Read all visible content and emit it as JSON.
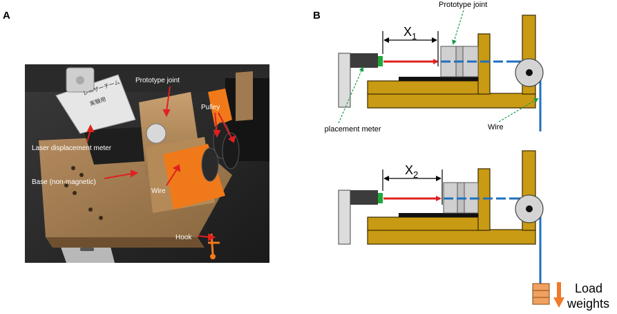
{
  "panels": {
    "a": "A",
    "b": "B"
  },
  "photo": {
    "labels": {
      "prototype_joint": "Prototype joint",
      "pulley": "Pulley",
      "laser_meter": "Laser displacement meter",
      "base": "Base (non-magnetic)",
      "wire": "Wire",
      "hook": "Hook"
    },
    "card_text": [
      "レーザーチーム",
      "実験用"
    ]
  },
  "schematic": {
    "x1_main": "X",
    "x1_sub": "1",
    "x2_main": "X",
    "x2_sub": "2",
    "prototype_joint": "Prototype joint",
    "laser_meter": "Laser displacement meter",
    "wire": "Wire",
    "load_line1": "Load",
    "load_line2": "weights"
  },
  "colors": {
    "base_gold": "#c99a14",
    "base_stroke": "#3a2a00",
    "meter_dark": "#3c3c3c",
    "meter_green": "#1fa83a",
    "red_arrow": "#e02020",
    "wire_blue": "#1f6fbf",
    "green_leader": "#1a9a4a",
    "weight_orange": "#f0a060",
    "arrow_orange": "#ef7a2a"
  }
}
